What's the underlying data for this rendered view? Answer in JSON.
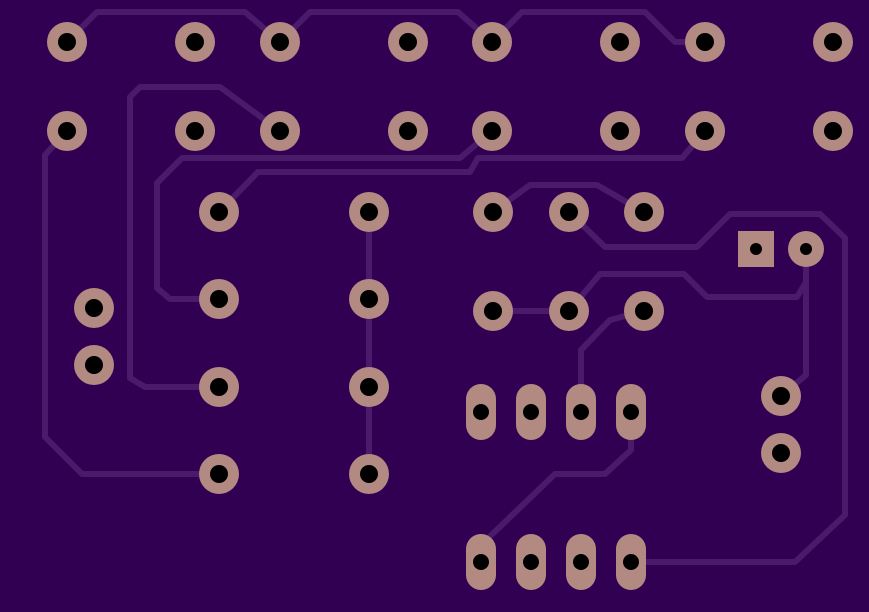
{
  "board": {
    "background_color": "#320052",
    "trace_color": "#4a1a6b",
    "pad_color": "#b28a82",
    "hole_color": "#000000",
    "pad_shapes": [
      "round",
      "square",
      "oval"
    ]
  }
}
